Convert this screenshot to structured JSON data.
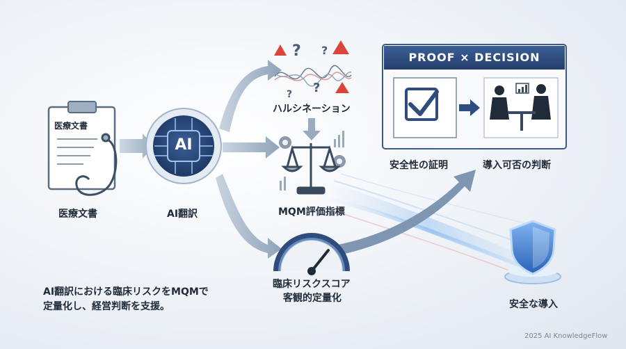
{
  "source": {
    "icon_title": "医療文書",
    "label": "医療文書"
  },
  "translator": {
    "icon_text": "AI",
    "label": "AI翻訳"
  },
  "hallucination": {
    "label": "ハルシネーション"
  },
  "metric": {
    "label": "MQM評価指標"
  },
  "risk": {
    "label_line1": "臨床リスクスコア",
    "label_line2": "客観的定量化"
  },
  "panel": {
    "title": "PROOF  ×  DECISION",
    "left_label": "安全性の証明",
    "right_label": "導入可否の判断"
  },
  "safe": {
    "label": "安全な導入"
  },
  "caption": {
    "line1": "AI翻訳における臨床リスクをMQMで",
    "line2": "定量化し、経営判断を支援。"
  },
  "footer": {
    "copyright": "2025 AI KnowledgeFlow"
  },
  "colors": {
    "navy": "#2e4c7e",
    "arrow": "#8aa0b8",
    "warning": "#d9453a",
    "shield": "#3b7bd4"
  },
  "icons": [
    "clipboard-icon",
    "stethoscope-icon",
    "ai-chip-icon",
    "waveform-icon",
    "warning-icon",
    "question-icon",
    "scale-icon",
    "gear-icon",
    "gauge-icon",
    "checkbox-icon",
    "meeting-icon",
    "shield-icon"
  ]
}
